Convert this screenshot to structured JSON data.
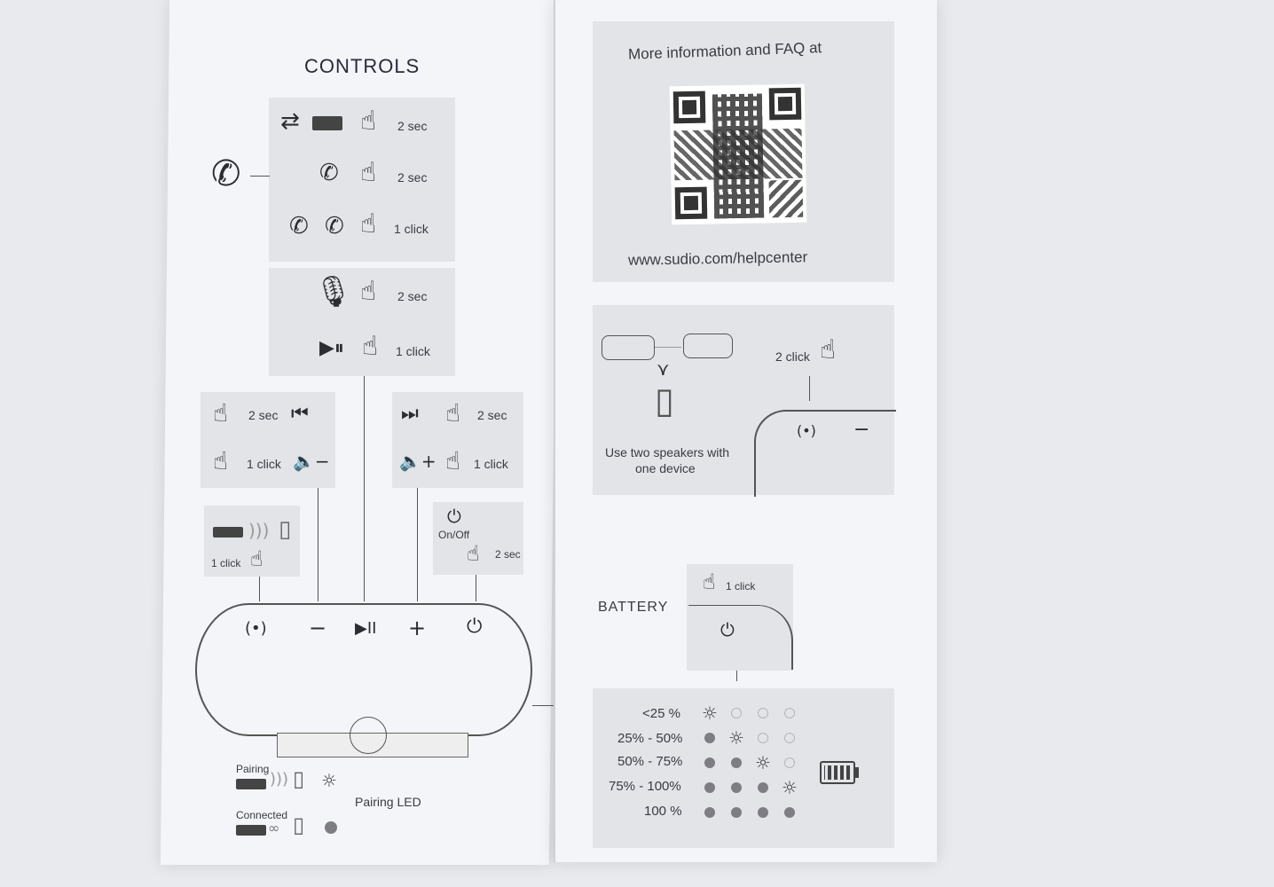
{
  "left_page": {
    "title": "CONTROLS",
    "call_rows": [
      {
        "label": "2 sec"
      },
      {
        "label": "2 sec"
      },
      {
        "label": "1 click"
      }
    ],
    "voice_rows": [
      {
        "label": "2 sec"
      },
      {
        "label": "1 click"
      }
    ],
    "prev_box": {
      "hold_label": "2 sec",
      "click_label": "1 click"
    },
    "next_box": {
      "hold_label": "2 sec",
      "click_label": "1 click"
    },
    "pair_box": {
      "label": "1 click"
    },
    "power_box": {
      "title": "On/Off",
      "label": "2 sec"
    },
    "speaker_buttons": [
      "(•)",
      "−",
      "▶II",
      "+",
      "⏻"
    ],
    "status": {
      "pairing_label": "Pairing",
      "connected_label": "Connected",
      "led_label": "Pairing LED"
    }
  },
  "right_page": {
    "faq_text": "More information and FAQ at",
    "url": "www.sudio.com/helpcenter",
    "two_speakers": {
      "caption_line1": "Use two speakers with",
      "caption_line2": "one device",
      "click_label": "2 click"
    },
    "battery": {
      "title": "BATTERY",
      "click_label": "1 click",
      "levels": [
        {
          "label": "<25 %",
          "state": [
            2,
            0,
            0,
            0
          ]
        },
        {
          "label": "25% - 50%",
          "state": [
            1,
            2,
            0,
            0
          ]
        },
        {
          "label": "50% - 75%",
          "state": [
            1,
            1,
            2,
            0
          ]
        },
        {
          "label": "75% - 100%",
          "state": [
            1,
            1,
            1,
            2
          ]
        },
        {
          "label": "100 %",
          "state": [
            1,
            1,
            1,
            1
          ]
        }
      ]
    }
  },
  "icons": {
    "phone": "phone-icon",
    "hand_hold": "hand-hold-icon",
    "hand_click": "hand-click-icon",
    "mic": "microphone-icon",
    "play_pause": "play-pause-icon",
    "prev": "previous-track-icon",
    "next": "next-track-icon",
    "power": "power-icon",
    "qr": "qr-code",
    "battery": "battery-icon"
  }
}
